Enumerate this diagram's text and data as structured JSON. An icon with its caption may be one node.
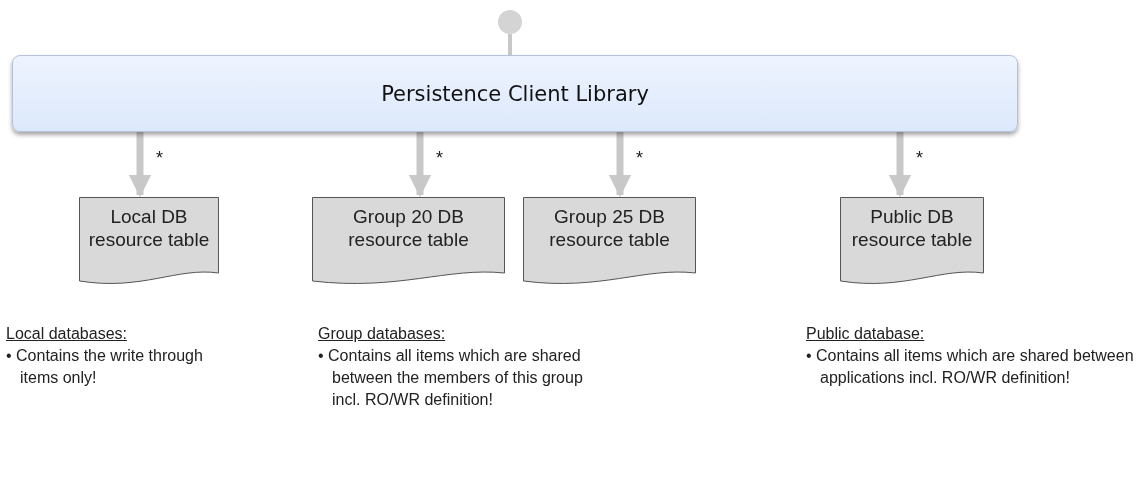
{
  "diagram": {
    "nodes": [
      {
        "text": [],
        "shape": "circle"
      },
      {
        "text": [
          "Persistence Client Library"
        ]
      },
      {
        "text": [
          "Local DB resource table"
        ]
      },
      {
        "text": [
          "Group 20 DB resource table"
        ]
      },
      {
        "text": [
          "Group 25 DB resource table"
        ]
      },
      {
        "text": [
          "Public DB resource table"
        ]
      }
    ],
    "edges": [
      {
        "from": 0,
        "to": 1,
        "arrow": "none"
      },
      {
        "from": 1,
        "to": 2,
        "arrow": "to",
        "label": "*"
      },
      {
        "from": 1,
        "to": 3,
        "arrow": "to",
        "label": "*"
      },
      {
        "from": 1,
        "to": 4,
        "arrow": "to",
        "label": "*"
      },
      {
        "from": 1,
        "to": 5,
        "arrow": "to",
        "label": "*"
      }
    ],
    "labels": [
      "Local databases:",
      "• Contains the write through items only!",
      "Group databases:",
      "• Contains all items which are shared between the members of this group incl. RO/WR definition!",
      "Public database:",
      "• Contains all items which are shared between applications incl. RO/WR definition!"
    ]
  }
}
